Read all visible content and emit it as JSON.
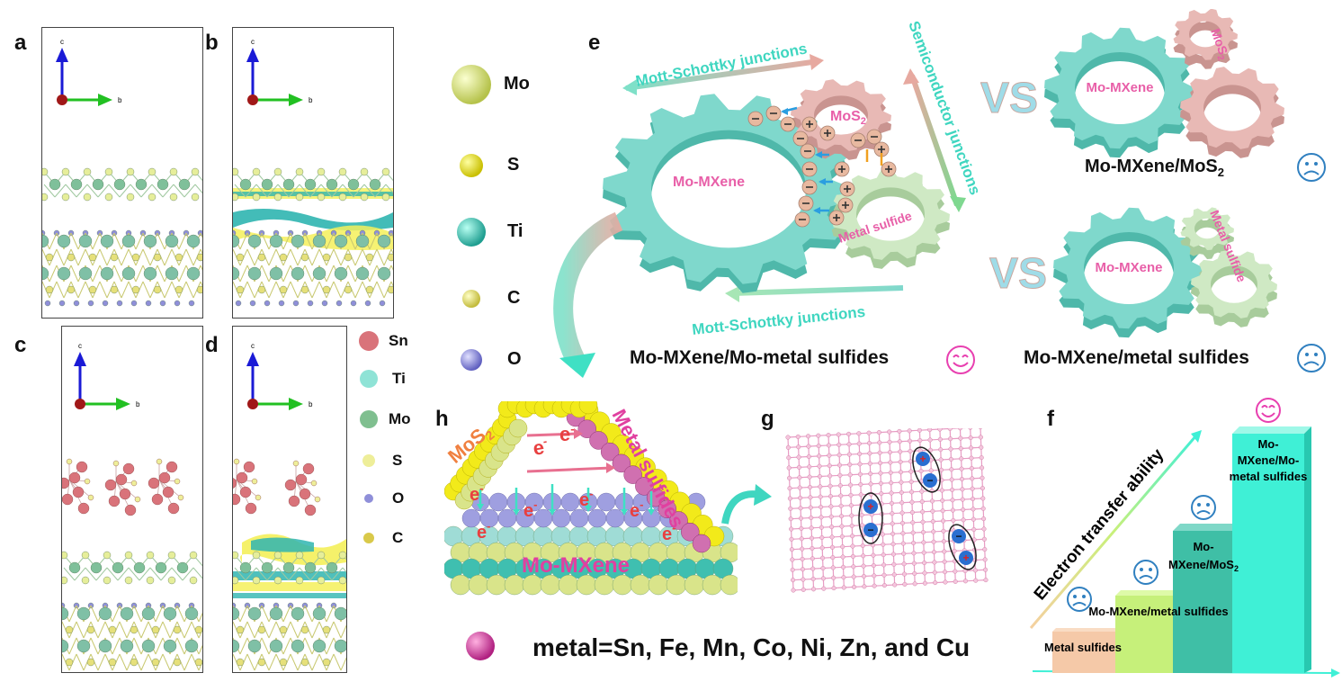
{
  "panels": {
    "a": "a",
    "b": "b",
    "c": "c",
    "d": "d",
    "e": "e",
    "f": "f",
    "g": "g",
    "h": "h"
  },
  "axes": {
    "c": "c",
    "b": "b"
  },
  "legend_top": [
    {
      "label": "Mo",
      "color": "#d9e48a"
    },
    {
      "label": "S",
      "color": "#f2ea1a"
    },
    {
      "label": "Ti",
      "color": "#3fbfb0"
    },
    {
      "label": "C",
      "color": "#e6e07a"
    },
    {
      "label": "O",
      "color": "#8f8fd9"
    }
  ],
  "legend_bottom": [
    {
      "label": "Sn",
      "color": "#d9737a"
    },
    {
      "label": "Ti",
      "color": "#8fe3d6"
    },
    {
      "label": "Mo",
      "color": "#7fbf8f"
    },
    {
      "label": "S",
      "color": "#eeee99"
    },
    {
      "label": "O",
      "color": "#8f8fd9"
    },
    {
      "label": "C",
      "color": "#d9c94a"
    }
  ],
  "panel_e": {
    "mott_top": "Mott-Schottky junctions",
    "mott_bottom": "Mott-Schottky junctions",
    "semiconductor": "Semiconductor junctions",
    "gear_mxene": "Mo-MXene",
    "gear_mos2": "MoS",
    "gear_mos2_sub": "2",
    "gear_metal": "Metal sulfide",
    "caption_main": "Mo-MXene/Mo-metal sulfides",
    "vs": "VS",
    "cmp1_mxene": "Mo-MXene",
    "cmp1_mos2": "MoS",
    "cmp1_mos2_sub": "2",
    "cmp1_caption": "Mo-MXene/MoS",
    "cmp1_caption_sub": "2",
    "cmp2_mxene": "Mo-MXene",
    "cmp2_metal": "Metal sulfide",
    "cmp2_caption": "Mo-MXene/metal sulfides"
  },
  "panel_h": {
    "mos2": "MoS",
    "mos2_sub": "2",
    "metal_sulfides": "Metal sulfides",
    "mxene": "Mo-MXene",
    "electron": "e",
    "electron_sup": "-"
  },
  "panel_f": {
    "y_label": "Electron transfer ability",
    "steps": [
      {
        "label": "Metal sulfides",
        "color": "#f5c9a8"
      },
      {
        "label": "Mo-MXene/metal sulfides",
        "color": "#c6f07a"
      },
      {
        "label": "Mo-MXene/MoS",
        "label_sub": "2",
        "color": "#3fbfa6"
      },
      {
        "label": "Mo-MXene/Mo-metal sulfides",
        "color": "#3ff0d6"
      }
    ],
    "step4_lines": [
      "Mo-",
      "MXene/Mo-",
      "metal sulfides"
    ],
    "step3_lines": [
      "Mo-",
      "MXene/MoS"
    ]
  },
  "metal_eq": "metal=Sn, Fe, Mn, Co, Ni, Zn, and Cu",
  "colors": {
    "teal": "#7fd8cc",
    "teal_dark": "#4fb8aa",
    "pink_gear": "#e8b9b5",
    "green_gear": "#cfe9c4",
    "gear_label": "#e85fa8",
    "arrow_teal": "#3fd6c0",
    "lattice": "#e89cc4"
  }
}
